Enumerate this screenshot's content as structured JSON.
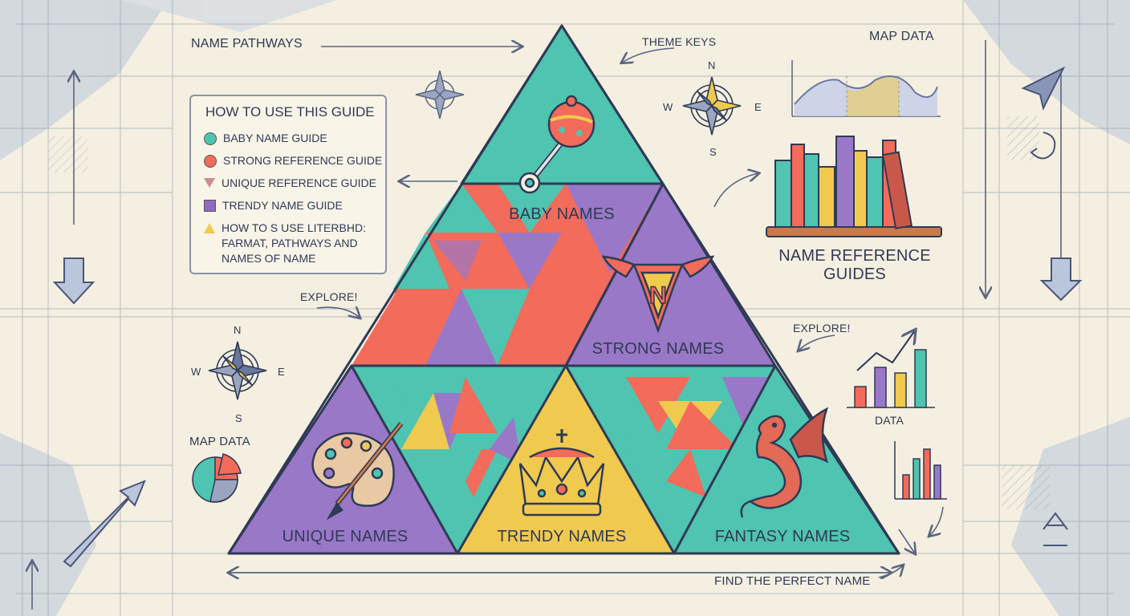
{
  "labels": {
    "name_pathways": "NAME PATHWAYS",
    "theme_keys": "THEME KEYS",
    "map_data_top": "MAP DATA",
    "map_data_left": "MAP DATA",
    "explore_left": "EXPLORE!",
    "explore_right": "EXPLORE!",
    "data": "DATA",
    "find_perfect": "FIND THE PERFECT NAME",
    "reference_line1": "NAME REFERENCE",
    "reference_line2": "GUIDES"
  },
  "compass": {
    "n": "N",
    "e": "E",
    "s": "S",
    "w": "W"
  },
  "legend": {
    "title": "HOW TO USE THIS GUIDE",
    "items": [
      {
        "label": "BABY NAME GUIDE",
        "shape": "dot",
        "color": "#4fc4b0"
      },
      {
        "label": "STRONG REFERENCE GUIDE",
        "shape": "dot",
        "color": "#f26b5b"
      },
      {
        "label": "UNIQUE REFERENCE GUIDE",
        "shape": "triangle-down",
        "color": "#c98e95"
      },
      {
        "label": "TRENDY NAME  GUIDE",
        "shape": "square",
        "color": "#8f6cc0"
      },
      {
        "label": "HOW TO S USE LITERBHD:",
        "label2": "FARMAT, PATHWAYS AND",
        "label3": "NAMES OF NAME",
        "shape": "triangle",
        "color": "#f0c94f"
      }
    ]
  },
  "pyramid": {
    "sections": [
      {
        "label": "BABY NAMES",
        "color": "#4fc4b0",
        "icon": "rattle-icon"
      },
      {
        "label": "STRONG NAMES",
        "color": "#9a78c8",
        "icon": "superhero-emblem-icon"
      },
      {
        "label": "UNIQUE NAMES",
        "color": "#9a78c8",
        "icon": "paint-palette-icon"
      },
      {
        "label": "TRENDY NAMES",
        "color": "#f0c94f",
        "icon": "crown-icon"
      },
      {
        "label": "FANTASY NAMES",
        "color": "#4fc4b0",
        "icon": "dragon-icon"
      }
    ]
  },
  "colors": {
    "teal": "#4fc4b0",
    "coral": "#f26b5b",
    "purple": "#9a78c8",
    "yellow": "#f0c94f",
    "ink": "#2f3a55",
    "paper": "#f4efe0"
  }
}
